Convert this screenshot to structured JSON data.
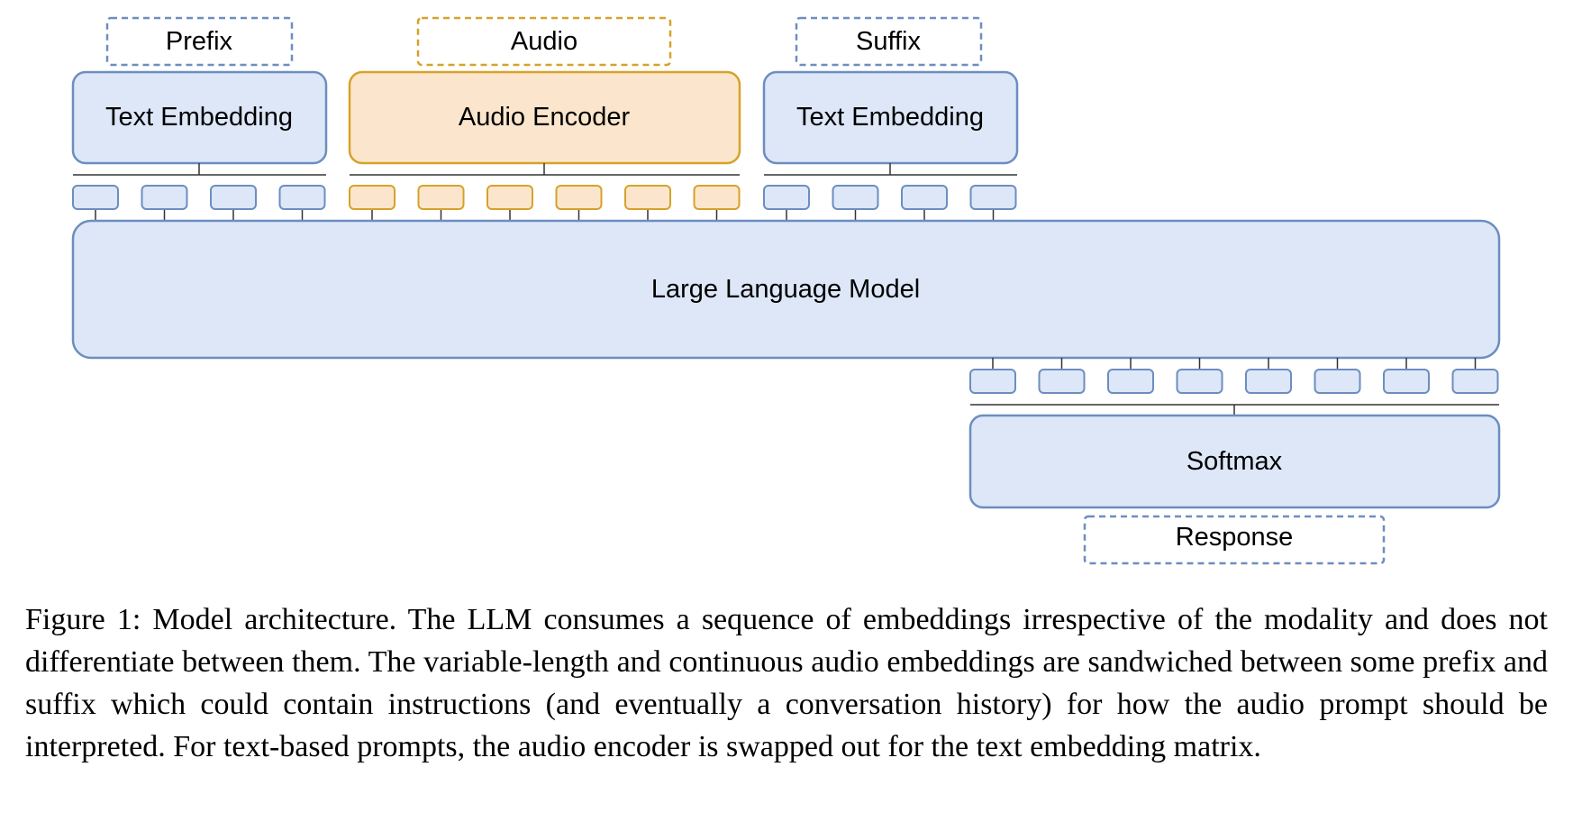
{
  "labels": {
    "prefix": "Prefix",
    "audio": "Audio",
    "suffix": "Suffix",
    "response": "Response"
  },
  "blocks": {
    "text_embedding_left": "Text Embedding",
    "audio_encoder": "Audio Encoder",
    "text_embedding_right": "Text Embedding",
    "llm": "Large Language Model",
    "softmax": "Softmax"
  },
  "tokens": {
    "prefix_count": 4,
    "audio_count": 6,
    "suffix_count": 4,
    "output_count": 8
  },
  "colors": {
    "text_fill": "#dde7f8",
    "text_stroke": "#6c8ebf",
    "audio_fill": "#fbe6cd",
    "audio_stroke": "#d6a22a",
    "connector": "#333333"
  },
  "caption": "Figure 1: Model architecture. The LLM consumes a sequence of embeddings irrespective of the modality and does not differentiate between them. The variable-length and continuous audio embeddings are sandwiched between some prefix and suffix which could contain instructions (and eventually a conversation history) for how the audio prompt should be interpreted. For text-based prompts, the audio encoder is swapped out for the text embedding matrix."
}
